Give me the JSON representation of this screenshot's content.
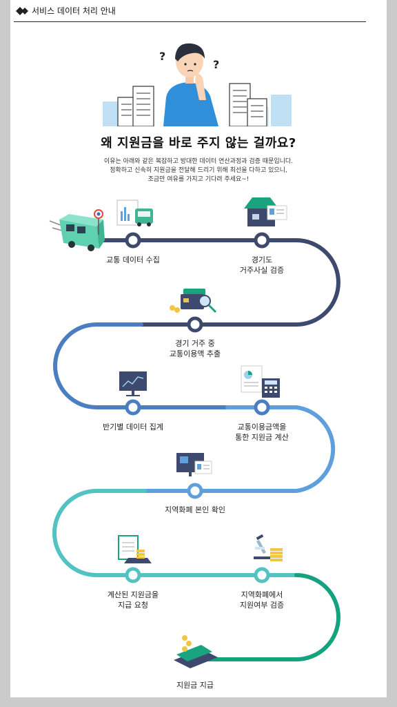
{
  "header": {
    "title": "서비스 데이터 처리 안내"
  },
  "main_title": "왜 지원금을 바로 주지 않는 걸까요?",
  "description": [
    "이유는 아래와 같은 복잡하고 방대한 데이터 연산과정과 검증 때문입니다.",
    "정확하고 신속히 지원금을 전달해 드리기 위해 최선을 다하고 있으니,",
    "조금만 여유를 가지고 기다려 주세요~!"
  ],
  "steps": [
    {
      "line1": "교통 데이터 수집",
      "line2": ""
    },
    {
      "line1": "경기도",
      "line2": "거주사실 검증"
    },
    {
      "line1": "경기 거주 중",
      "line2": "교통이용액 추출"
    },
    {
      "line1": "반기별 데이터 집계",
      "line2": ""
    },
    {
      "line1": "교통이용금액을",
      "line2": "통한 지원금 계산"
    },
    {
      "line1": "지역화폐 본인 확인",
      "line2": ""
    },
    {
      "line1": "계산된 지원금을",
      "line2": "지급 요청"
    },
    {
      "line1": "지역화폐에서",
      "line2": "지원여부 검증"
    },
    {
      "line1": "지원금 지급",
      "line2": ""
    }
  ],
  "colors": {
    "navy": "#3d4a6e",
    "blue": "#4a7ec0",
    "light_blue": "#5fa0dc",
    "teal": "#52c2c2",
    "green": "#15a37f"
  }
}
